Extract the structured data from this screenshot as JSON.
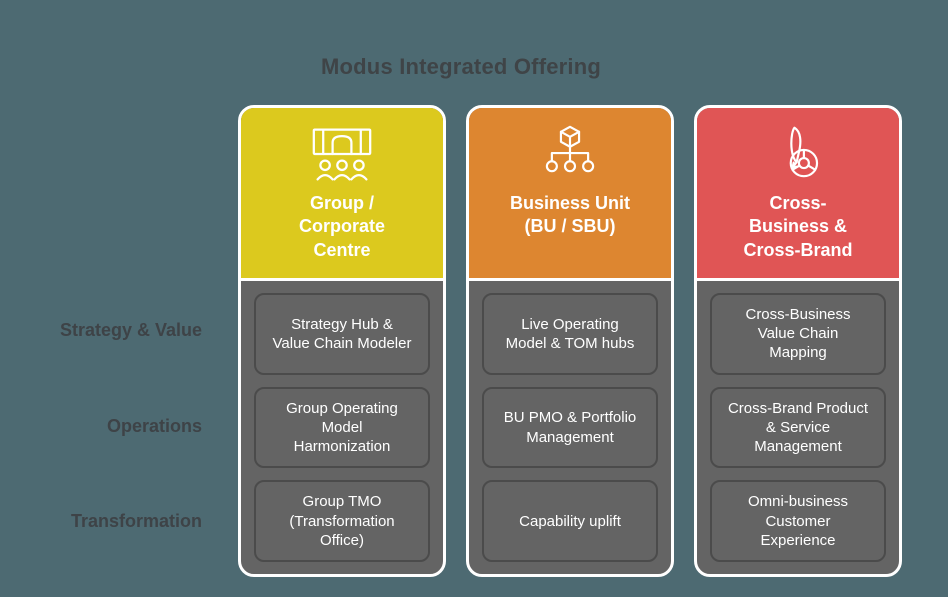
{
  "title": "Modus Integrated Offering",
  "background_color": "#4d6a72",
  "panel_color": "#646464",
  "rows": [
    {
      "label": "Strategy & Value"
    },
    {
      "label": "Operations"
    },
    {
      "label": "Transformation"
    }
  ],
  "columns": [
    {
      "id": "group-corporate-centre",
      "color": "#dcc91e",
      "icon": "meeting-room-people-icon",
      "header": "Group /\nCorporate\nCentre",
      "cells": [
        "Strategy Hub &\nValue Chain Modeler",
        "Group Operating\nModel\nHarmonization",
        "Group TMO\n(Transformation\nOffice)"
      ]
    },
    {
      "id": "business-unit",
      "color": "#dd8630",
      "icon": "org-hierarchy-cube-icon",
      "header": "Business Unit\n(BU / SBU)",
      "cells": [
        "Live Operating\nModel & TOM hubs",
        "BU PMO & Portfolio\nManagement",
        "Capability uplift"
      ]
    },
    {
      "id": "cross-business-brand",
      "color": "#e05555",
      "icon": "brand-wheel-icon",
      "header": "Cross-\nBusiness &\nCross-Brand",
      "cells": [
        "Cross-Business\nValue Chain\nMapping",
        "Cross-Brand Product\n& Service\nManagement",
        "Omni-business\nCustomer\nExperience"
      ]
    }
  ]
}
